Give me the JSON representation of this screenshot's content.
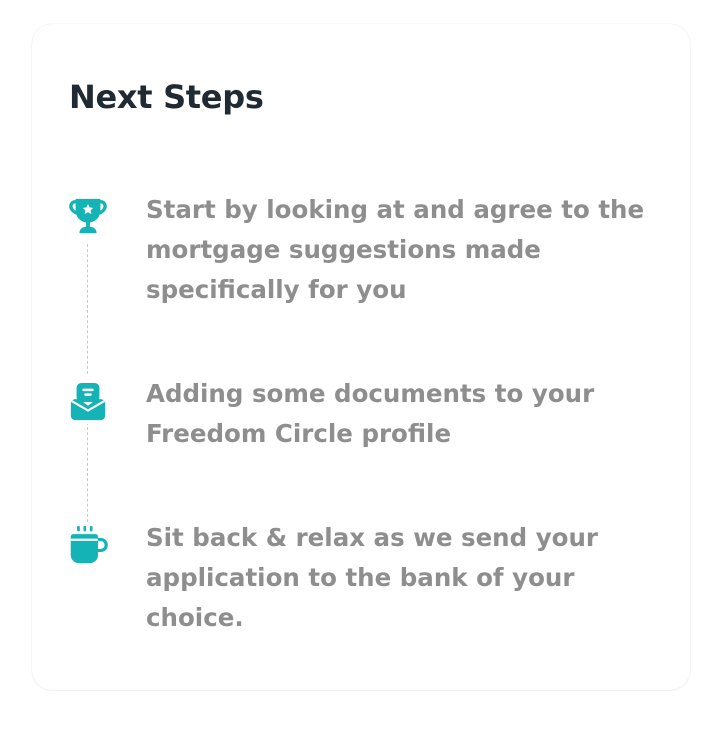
{
  "card": {
    "title": "Next Steps"
  },
  "steps": [
    {
      "icon": "trophy-icon",
      "text": "Start by looking at and agree to the mortgage suggestions made specifically for you"
    },
    {
      "icon": "documents-icon",
      "text": "Adding some documents to your Freedom Circle profile"
    },
    {
      "icon": "coffee-cup-icon",
      "text": "Sit back & relax as we send your application to the bank of your choice."
    }
  ],
  "colors": {
    "accent": "#14b3b6",
    "title": "#1f2a33",
    "step_text": "#8e8e8e",
    "timeline": "#c9c9c9"
  }
}
